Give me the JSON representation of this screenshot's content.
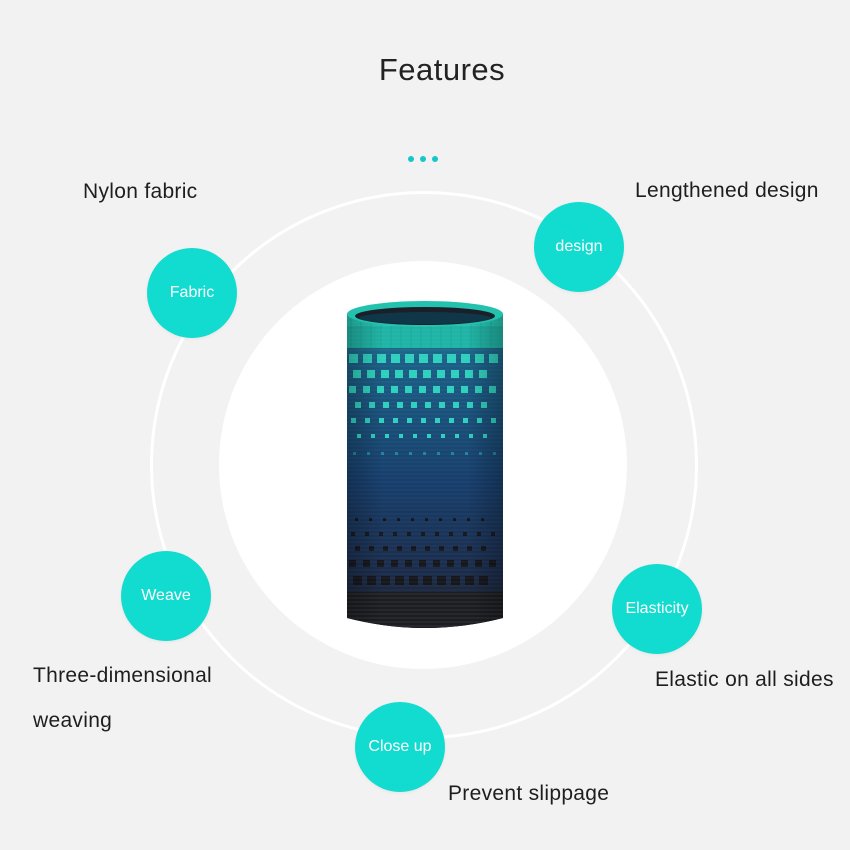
{
  "title": "Features",
  "colors": {
    "accent": "#12dccf",
    "background": "#f2f2f2",
    "sleeve_teal": "#1fc7b4",
    "sleeve_navy": "#163a63",
    "sleeve_black": "#1a1a1a"
  },
  "features": [
    {
      "bubble": "Fabric",
      "caption": "Nylon fabric"
    },
    {
      "bubble": "design",
      "caption": "Lengthened design"
    },
    {
      "bubble": "Weave",
      "caption_line1": "Three-dimensional",
      "caption_line2": "weaving"
    },
    {
      "bubble": "Elasticity",
      "caption": "Elastic on all sides"
    },
    {
      "bubble": "Close up",
      "caption": "Prevent slippage"
    }
  ],
  "product": {
    "icon": "knit-sleeve-image"
  }
}
